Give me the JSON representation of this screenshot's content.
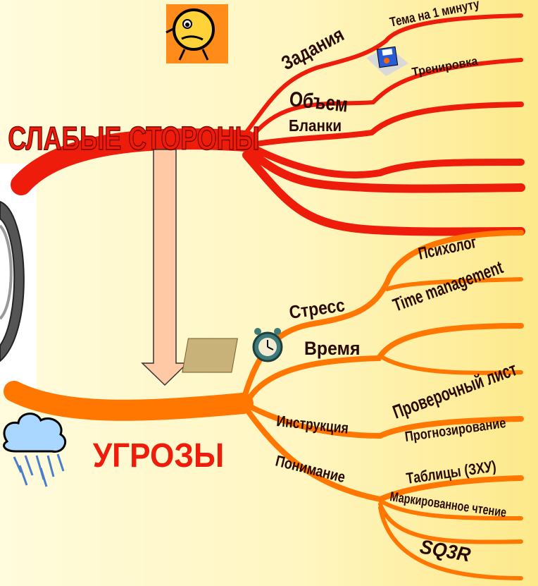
{
  "weak": {
    "title": "СЛАБЫЕ СТОРОНЫ",
    "branches": [
      "Задания",
      "Объем",
      "Бланки"
    ],
    "leaves": [
      "Тема на 1 минуту",
      "Тренировка"
    ]
  },
  "threats": {
    "title": "УГРОЗЫ",
    "branches": [
      "Стресс",
      "Время",
      "Инструкция",
      "Понимание"
    ],
    "leaves": [
      "Психолог",
      "Time management",
      "Проверочный лист",
      "Прогнозирование",
      "Таблицы (ЗХУ)",
      "Маркированное чтение",
      "SQ3R"
    ]
  },
  "colors": {
    "weak_branch": "#ee1c0a",
    "threat_branch": "#ff7600",
    "weak_title": "#ee1c0a",
    "threat_title": "#ee1c0a",
    "background": "#fff6c2",
    "arrow_fill": "#ffc9a6"
  },
  "icons": [
    "worried-face-icon",
    "floppy-disk-icon",
    "alarm-clock-icon",
    "rain-cloud-icon",
    "down-arrow-icon",
    "gauge-photo-icon"
  ]
}
